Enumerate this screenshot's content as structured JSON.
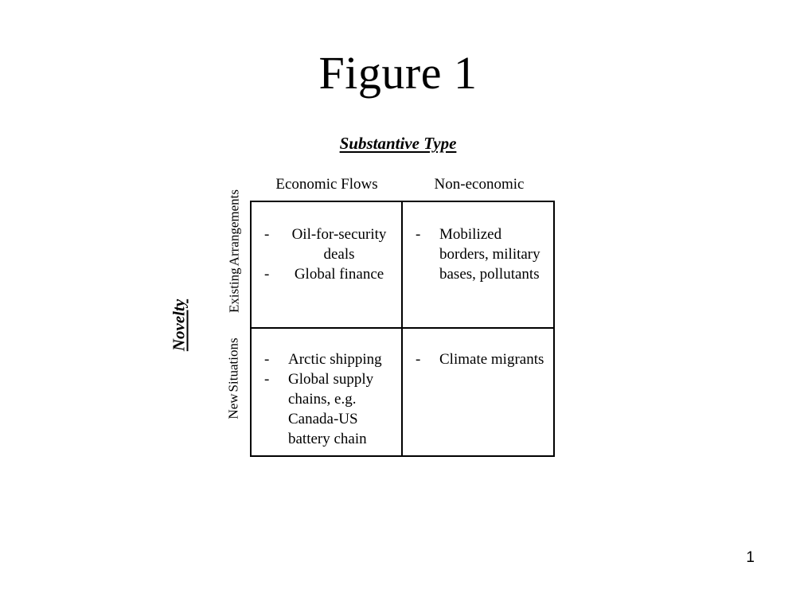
{
  "page": {
    "title": "Figure 1",
    "page_number": "1",
    "background_color": "#ffffff",
    "text_color": "#000000",
    "border_color": "#000000"
  },
  "axes": {
    "columns_caption": "Substantive Type",
    "rows_caption": "Novelty"
  },
  "matrix": {
    "column_headers": [
      {
        "id": "economic-flows",
        "label": "Economic Flows"
      },
      {
        "id": "non-economic",
        "label": "Non-economic"
      }
    ],
    "row_headers": [
      {
        "id": "existing-arrangements",
        "line1": "Existing",
        "line2": "Arrangements"
      },
      {
        "id": "new-situations",
        "line1": "New",
        "line2": "Situations"
      }
    ],
    "bullet_marker": "-",
    "cells": [
      {
        "id": "economic-existing",
        "row": "existing-arrangements",
        "column": "economic-flows",
        "items": [
          "Oil-for-security deals",
          "Global finance"
        ]
      },
      {
        "id": "noneconomic-existing",
        "row": "existing-arrangements",
        "column": "non-economic",
        "items": [
          "Mobilized borders, military bases, pollutants"
        ]
      },
      {
        "id": "economic-new",
        "row": "new-situations",
        "column": "economic-flows",
        "items": [
          "Arctic shipping",
          "Global supply chains, e.g. Canada-US battery chain"
        ]
      },
      {
        "id": "noneconomic-new",
        "row": "new-situations",
        "column": "non-economic",
        "items": [
          "Climate migrants"
        ]
      }
    ]
  }
}
